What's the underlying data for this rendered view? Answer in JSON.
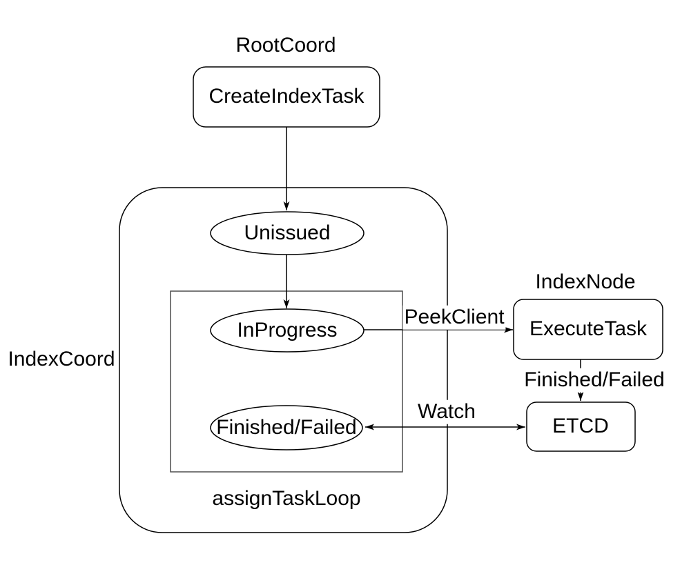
{
  "diagram": {
    "background": "#ffffff",
    "colors": {
      "stroke": "#000000",
      "inner_box_stroke": "#4d4d4d",
      "text": "#000000",
      "node_fill": "#ffffff"
    },
    "group_labels": {
      "root_coord": "RootCoord",
      "index_coord": "IndexCoord",
      "index_node": "IndexNode",
      "assign_task_loop": "assignTaskLoop"
    },
    "nodes": {
      "create_index_task": "CreateIndexTask",
      "unissued": "Unissued",
      "in_progress": "InProgress",
      "finished_failed": "Finished/Failed",
      "execute_task": "ExecuteTask",
      "etcd": "ETCD"
    },
    "edge_labels": {
      "peek_client": "PeekClient",
      "finished_failed": "Finished/Failed",
      "watch": "Watch"
    }
  }
}
